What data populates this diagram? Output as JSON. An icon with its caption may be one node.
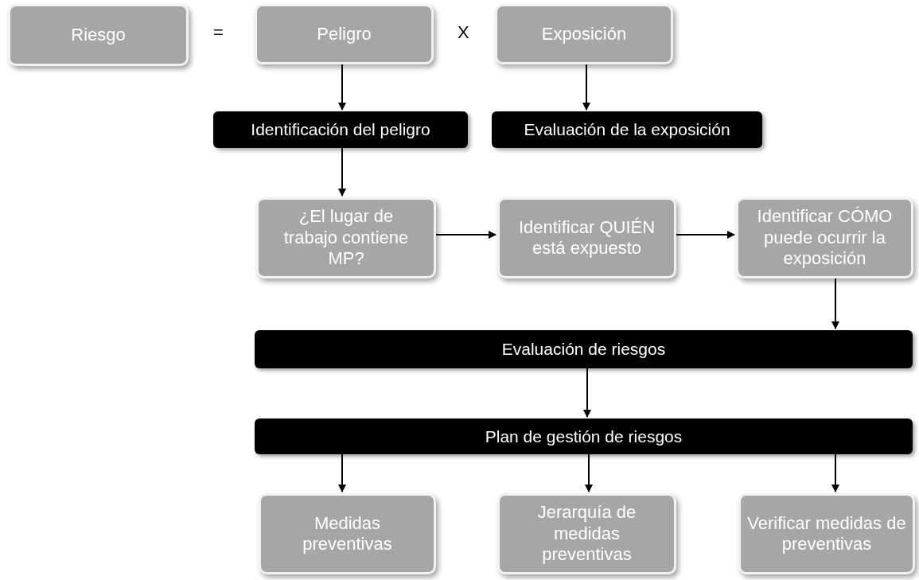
{
  "diagram": {
    "nodes": [
      {
        "text": [
          "Riesgo"
        ]
      },
      {
        "text": [
          "Peligro"
        ]
      },
      {
        "text": [
          "Exposición"
        ]
      },
      {
        "text": [
          "Identificación del peligro"
        ]
      },
      {
        "text": [
          "Evaluación de la exposición"
        ]
      },
      {
        "text": [
          "¿El lugar de trabajo contiene MP?"
        ]
      },
      {
        "text": [
          "Identificar QUIÉN está expuesto"
        ]
      },
      {
        "text": [
          "Identificar CÓMO puede ocurrir la exposición"
        ]
      },
      {
        "text": [
          "Evaluación de riesgos"
        ]
      },
      {
        "text": [
          "Plan de gestión de riesgos"
        ]
      },
      {
        "text": [
          "Medidas preventivas"
        ]
      },
      {
        "text": [
          "Jerarquía de medidas preventivas"
        ]
      },
      {
        "text": [
          "Verificar medidas de preventivas"
        ]
      }
    ],
    "edges": [
      {
        "from": 1,
        "to": 3,
        "arrow": "to"
      },
      {
        "from": 2,
        "to": 4,
        "arrow": "to"
      },
      {
        "from": 3,
        "to": 5,
        "arrow": "to"
      },
      {
        "from": 5,
        "to": 6,
        "arrow": "to"
      },
      {
        "from": 6,
        "to": 7,
        "arrow": "to"
      },
      {
        "from": 7,
        "to": 8,
        "arrow": "to"
      },
      {
        "from": 8,
        "to": 9,
        "arrow": "to"
      },
      {
        "from": 9,
        "to": 10,
        "arrow": "to"
      },
      {
        "from": 9,
        "to": 11,
        "arrow": "to"
      },
      {
        "from": 9,
        "to": 12,
        "arrow": "to"
      }
    ],
    "labels": [
      "=",
      "X"
    ]
  }
}
